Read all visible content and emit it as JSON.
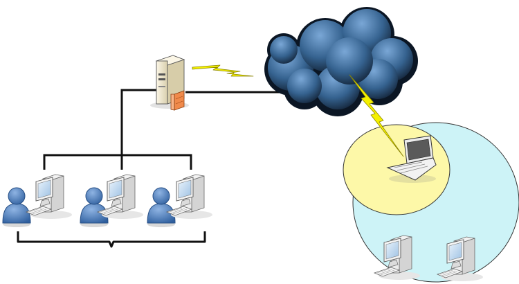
{
  "diagram": {
    "colors": {
      "background": "#ffffff",
      "line": "#111111",
      "cloud_dark": "#0b1624",
      "cloud_mid": "#2e5a85",
      "cloud_light": "#6f9ccc",
      "lightning": "#f4f000",
      "lightning_stroke": "#8a8400",
      "wireless_outer": "#cdf3f7",
      "wireless_inner": "#fdf8a8",
      "user_blue": "#4a7fc0",
      "computer_body": "#e9e9e9",
      "monitor_screen": "#bcd7f0",
      "server_body": "#efe7cf",
      "firewall": "#f08a4b"
    },
    "nodes": [
      {
        "id": "server",
        "icon": "server-icon"
      },
      {
        "id": "internet",
        "icon": "cloud-icon"
      },
      {
        "id": "laptop",
        "icon": "laptop-icon"
      },
      {
        "id": "workstation-1",
        "icon": "user-computer-icon"
      },
      {
        "id": "workstation-2",
        "icon": "user-computer-icon"
      },
      {
        "id": "workstation-3",
        "icon": "user-computer-icon"
      },
      {
        "id": "wireless-pc-1",
        "icon": "desktop-computer-icon"
      },
      {
        "id": "wireless-pc-2",
        "icon": "desktop-computer-icon"
      }
    ],
    "links": [
      {
        "from": "server",
        "to": "internet",
        "kind": "wireless"
      },
      {
        "from": "server",
        "to": "internet",
        "kind": "wired"
      },
      {
        "from": "internet",
        "to": "laptop",
        "kind": "wireless"
      },
      {
        "from": "server",
        "to": "workstation-1",
        "kind": "wired"
      },
      {
        "from": "server",
        "to": "workstation-2",
        "kind": "wired"
      },
      {
        "from": "server",
        "to": "workstation-3",
        "kind": "wired"
      }
    ]
  }
}
